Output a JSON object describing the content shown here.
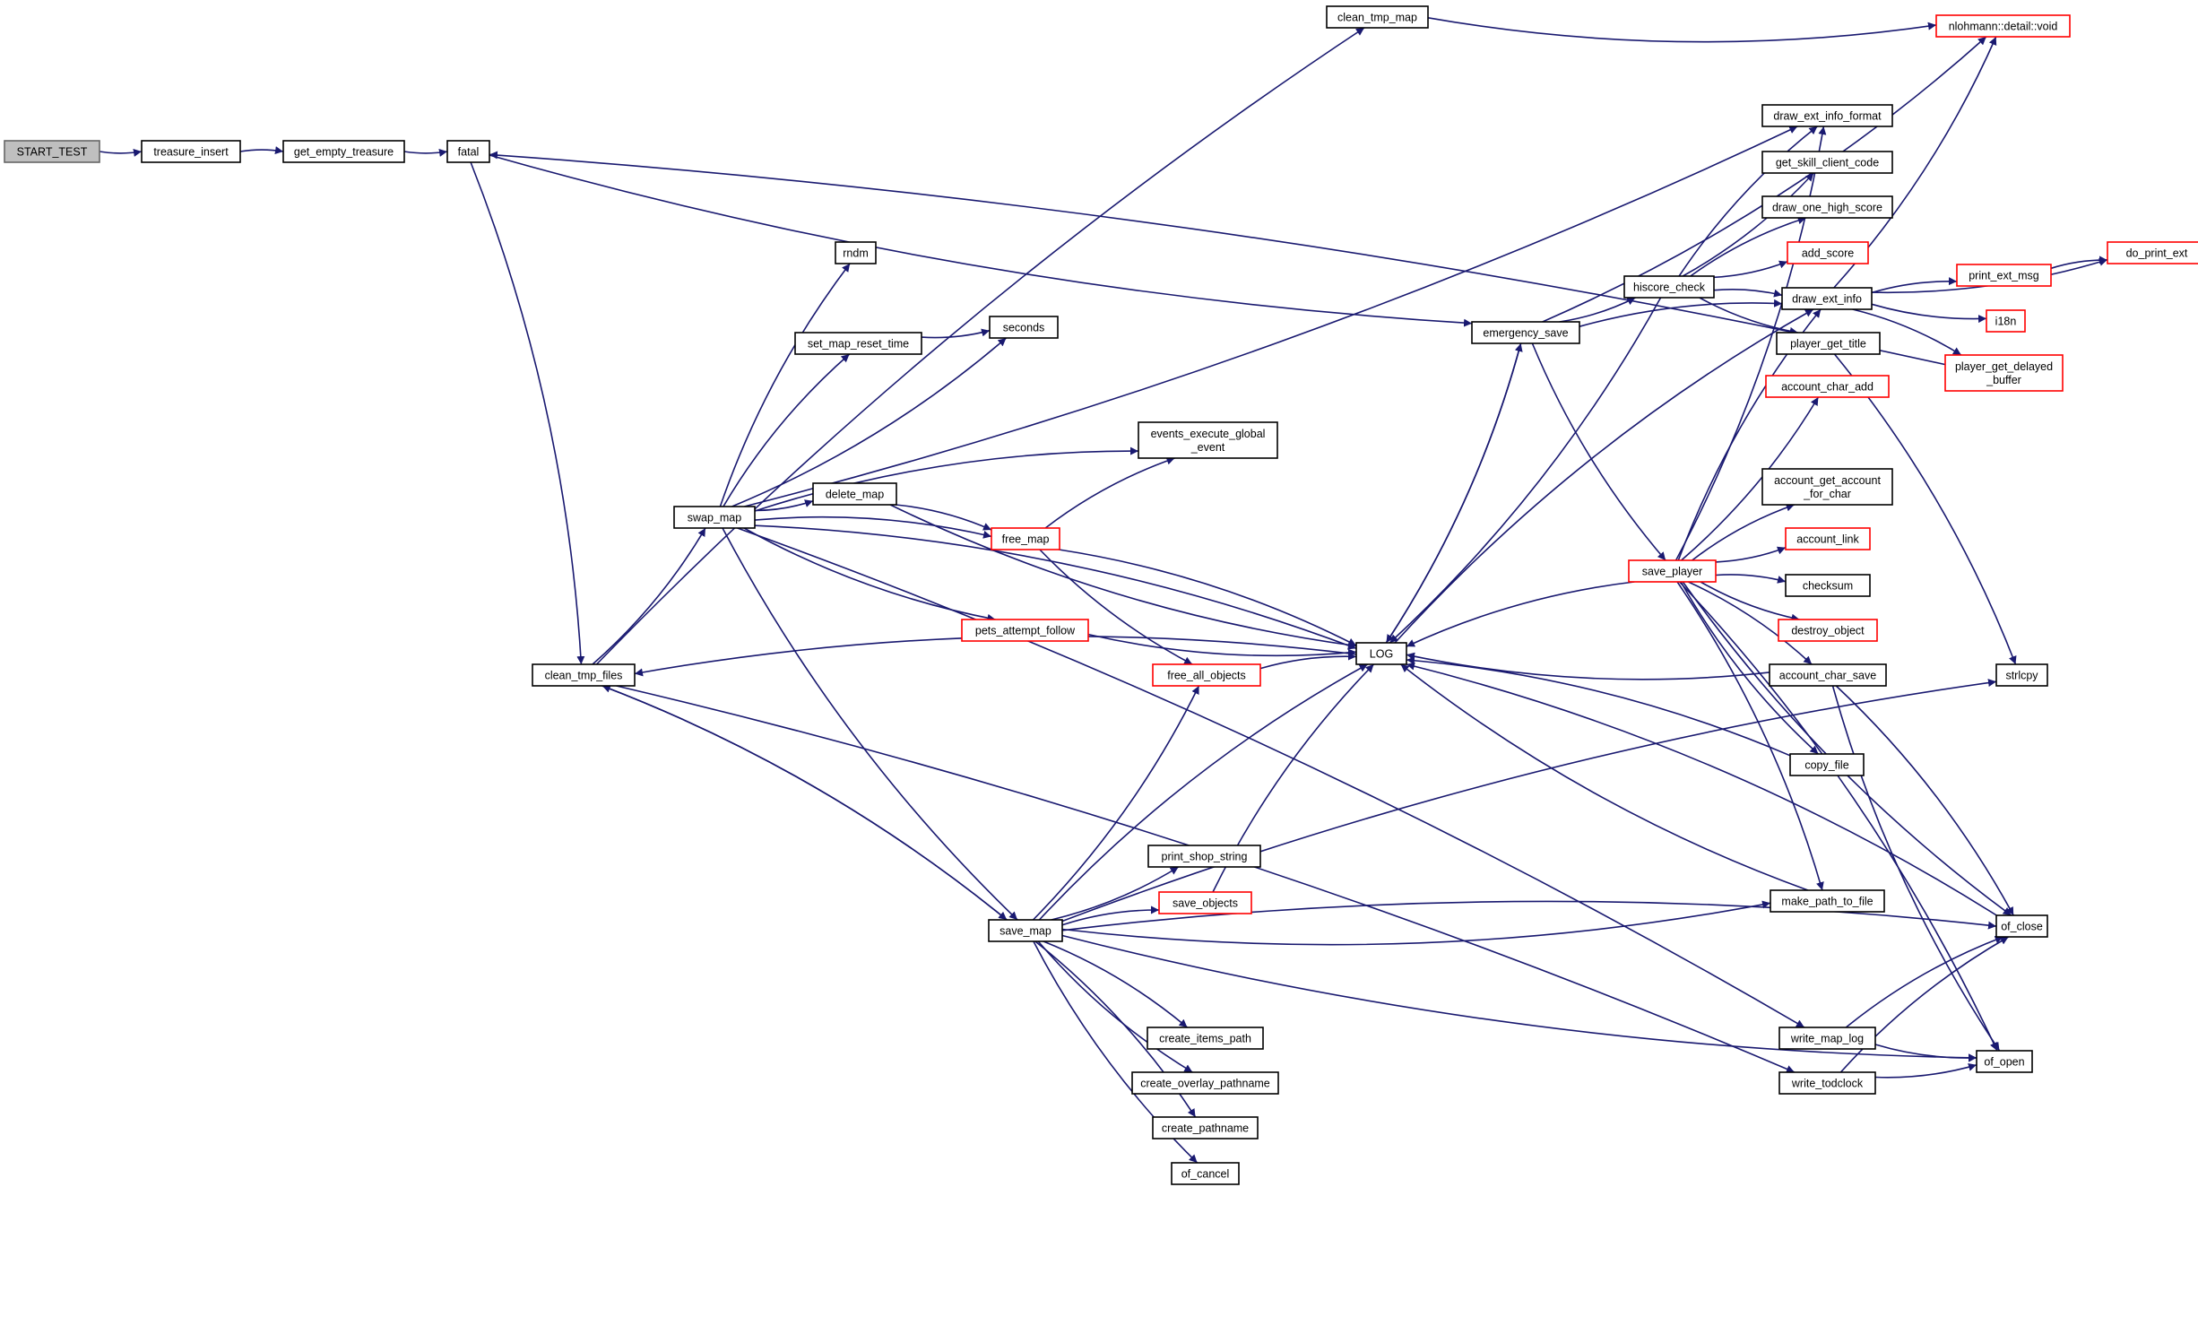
{
  "nodes": [
    {
      "id": "start_test",
      "label": [
        "START_TEST"
      ],
      "style": "root"
    },
    {
      "id": "treasure_insert",
      "label": [
        "treasure_insert"
      ],
      "style": "normal"
    },
    {
      "id": "get_empty_treasure",
      "label": [
        "get_empty_treasure"
      ],
      "style": "normal"
    },
    {
      "id": "fatal",
      "label": [
        "fatal"
      ],
      "style": "normal"
    },
    {
      "id": "clean_tmp_map",
      "label": [
        "clean_tmp_map"
      ],
      "style": "normal"
    },
    {
      "id": "void",
      "label": [
        "nlohmann::detail::void"
      ],
      "style": "red"
    },
    {
      "id": "draw_ext_info_format",
      "label": [
        "draw_ext_info_format"
      ],
      "style": "normal"
    },
    {
      "id": "get_skill_client_code",
      "label": [
        "get_skill_client_code"
      ],
      "style": "normal"
    },
    {
      "id": "draw_one_high_score",
      "label": [
        "draw_one_high_score"
      ],
      "style": "normal"
    },
    {
      "id": "add_score",
      "label": [
        "add_score"
      ],
      "style": "red"
    },
    {
      "id": "do_print_ext",
      "label": [
        "do_print_ext"
      ],
      "style": "red"
    },
    {
      "id": "print_ext_msg",
      "label": [
        "print_ext_msg"
      ],
      "style": "red"
    },
    {
      "id": "rndm",
      "label": [
        "rndm"
      ],
      "style": "normal"
    },
    {
      "id": "hiscore_check",
      "label": [
        "hiscore_check"
      ],
      "style": "normal"
    },
    {
      "id": "draw_ext_info",
      "label": [
        "draw_ext_info"
      ],
      "style": "normal"
    },
    {
      "id": "seconds",
      "label": [
        "seconds"
      ],
      "style": "normal"
    },
    {
      "id": "emergency_save",
      "label": [
        "emergency_save"
      ],
      "style": "normal"
    },
    {
      "id": "i18n",
      "label": [
        "i18n"
      ],
      "style": "red"
    },
    {
      "id": "set_map_reset_time",
      "label": [
        "set_map_reset_time"
      ],
      "style": "normal"
    },
    {
      "id": "player_get_title",
      "label": [
        "player_get_title"
      ],
      "style": "normal"
    },
    {
      "id": "player_get_delayed_buffer",
      "label": [
        "player_get_delayed",
        "_buffer"
      ],
      "style": "red"
    },
    {
      "id": "account_char_add",
      "label": [
        "account_char_add"
      ],
      "style": "red"
    },
    {
      "id": "events_execute_global_event",
      "label": [
        "events_execute_global",
        "_event"
      ],
      "style": "normal"
    },
    {
      "id": "account_get_account_for_char",
      "label": [
        "account_get_account",
        "_for_char"
      ],
      "style": "normal"
    },
    {
      "id": "delete_map",
      "label": [
        "delete_map"
      ],
      "style": "normal"
    },
    {
      "id": "swap_map",
      "label": [
        "swap_map"
      ],
      "style": "normal"
    },
    {
      "id": "free_map",
      "label": [
        "free_map"
      ],
      "style": "red"
    },
    {
      "id": "account_link",
      "label": [
        "account_link"
      ],
      "style": "red"
    },
    {
      "id": "save_player",
      "label": [
        "save_player"
      ],
      "style": "red"
    },
    {
      "id": "checksum",
      "label": [
        "checksum"
      ],
      "style": "normal"
    },
    {
      "id": "pets_attempt_follow",
      "label": [
        "pets_attempt_follow"
      ],
      "style": "red"
    },
    {
      "id": "destroy_object",
      "label": [
        "destroy_object"
      ],
      "style": "red"
    },
    {
      "id": "log",
      "label": [
        "LOG"
      ],
      "style": "normal"
    },
    {
      "id": "clean_tmp_files",
      "label": [
        "clean_tmp_files"
      ],
      "style": "normal"
    },
    {
      "id": "free_all_objects",
      "label": [
        "free_all_objects"
      ],
      "style": "red"
    },
    {
      "id": "account_char_save",
      "label": [
        "account_char_save"
      ],
      "style": "normal"
    },
    {
      "id": "strlcpy",
      "label": [
        "strlcpy"
      ],
      "style": "normal"
    },
    {
      "id": "copy_file",
      "label": [
        "copy_file"
      ],
      "style": "normal"
    },
    {
      "id": "print_shop_string",
      "label": [
        "print_shop_string"
      ],
      "style": "normal"
    },
    {
      "id": "save_objects",
      "label": [
        "save_objects"
      ],
      "style": "red"
    },
    {
      "id": "make_path_to_file",
      "label": [
        "make_path_to_file"
      ],
      "style": "normal"
    },
    {
      "id": "save_map",
      "label": [
        "save_map"
      ],
      "style": "normal"
    },
    {
      "id": "of_close",
      "label": [
        "of_close"
      ],
      "style": "normal"
    },
    {
      "id": "create_items_path",
      "label": [
        "create_items_path"
      ],
      "style": "normal"
    },
    {
      "id": "write_map_log",
      "label": [
        "write_map_log"
      ],
      "style": "normal"
    },
    {
      "id": "of_open",
      "label": [
        "of_open"
      ],
      "style": "normal"
    },
    {
      "id": "write_todclock",
      "label": [
        "write_todclock"
      ],
      "style": "normal"
    },
    {
      "id": "create_overlay_pathname",
      "label": [
        "create_overlay_pathname"
      ],
      "style": "normal"
    },
    {
      "id": "create_pathname",
      "label": [
        "create_pathname"
      ],
      "style": "normal"
    },
    {
      "id": "of_cancel",
      "label": [
        "of_cancel"
      ],
      "style": "normal"
    }
  ],
  "edges": [
    [
      "start_test",
      "treasure_insert"
    ],
    [
      "treasure_insert",
      "get_empty_treasure"
    ],
    [
      "get_empty_treasure",
      "fatal"
    ],
    [
      "fatal",
      "clean_tmp_files"
    ],
    [
      "fatal",
      "emergency_save"
    ],
    [
      "clean_tmp_files",
      "clean_tmp_map"
    ],
    [
      "clean_tmp_files",
      "swap_map"
    ],
    [
      "clean_tmp_files",
      "save_map"
    ],
    [
      "clean_tmp_map",
      "void"
    ],
    [
      "swap_map",
      "rndm"
    ],
    [
      "swap_map",
      "seconds"
    ],
    [
      "swap_map",
      "set_map_reset_time"
    ],
    [
      "set_map_reset_time",
      "seconds"
    ],
    [
      "swap_map",
      "events_execute_global_event"
    ],
    [
      "swap_map",
      "delete_map"
    ],
    [
      "swap_map",
      "free_map"
    ],
    [
      "swap_map",
      "pets_attempt_follow"
    ],
    [
      "swap_map",
      "log"
    ],
    [
      "swap_map",
      "save_map"
    ],
    [
      "swap_map",
      "write_map_log"
    ],
    [
      "swap_map",
      "draw_ext_info_format"
    ],
    [
      "delete_map",
      "free_map"
    ],
    [
      "delete_map",
      "log"
    ],
    [
      "free_map",
      "events_execute_global_event"
    ],
    [
      "free_map",
      "free_all_objects"
    ],
    [
      "free_map",
      "log"
    ],
    [
      "pets_attempt_follow",
      "log"
    ],
    [
      "free_all_objects",
      "log"
    ],
    [
      "save_map",
      "free_all_objects"
    ],
    [
      "save_map",
      "log"
    ],
    [
      "save_map",
      "print_shop_string"
    ],
    [
      "save_map",
      "save_objects"
    ],
    [
      "save_map",
      "make_path_to_file"
    ],
    [
      "save_map",
      "of_close"
    ],
    [
      "save_map",
      "of_open"
    ],
    [
      "save_map",
      "create_items_path"
    ],
    [
      "save_map",
      "create_overlay_pathname"
    ],
    [
      "save_map",
      "create_pathname"
    ],
    [
      "save_map",
      "of_cancel"
    ],
    [
      "save_map",
      "strlcpy"
    ],
    [
      "save_map",
      "clean_tmp_files"
    ],
    [
      "save_objects",
      "log"
    ],
    [
      "emergency_save",
      "hiscore_check"
    ],
    [
      "emergency_save",
      "draw_ext_info"
    ],
    [
      "emergency_save",
      "save_player"
    ],
    [
      "emergency_save",
      "log"
    ],
    [
      "emergency_save",
      "void"
    ],
    [
      "hiscore_check",
      "draw_ext_info_format"
    ],
    [
      "hiscore_check",
      "get_skill_client_code"
    ],
    [
      "hiscore_check",
      "draw_one_high_score"
    ],
    [
      "hiscore_check",
      "add_score"
    ],
    [
      "hiscore_check",
      "draw_ext_info"
    ],
    [
      "hiscore_check",
      "player_get_title"
    ],
    [
      "hiscore_check",
      "log"
    ],
    [
      "draw_ext_info",
      "do_print_ext"
    ],
    [
      "draw_ext_info",
      "print_ext_msg"
    ],
    [
      "draw_ext_info",
      "i18n"
    ],
    [
      "draw_ext_info",
      "player_get_delayed_buffer"
    ],
    [
      "draw_ext_info",
      "void"
    ],
    [
      "print_ext_msg",
      "do_print_ext"
    ],
    [
      "player_get_delayed_buffer",
      "fatal"
    ],
    [
      "player_get_title",
      "strlcpy"
    ],
    [
      "save_player",
      "draw_ext_info_format"
    ],
    [
      "save_player",
      "draw_ext_info"
    ],
    [
      "save_player",
      "account_char_add"
    ],
    [
      "save_player",
      "account_get_account_for_char"
    ],
    [
      "save_player",
      "account_link"
    ],
    [
      "save_player",
      "checksum"
    ],
    [
      "save_player",
      "destroy_object"
    ],
    [
      "save_player",
      "account_char_save"
    ],
    [
      "save_player",
      "copy_file"
    ],
    [
      "save_player",
      "make_path_to_file"
    ],
    [
      "save_player",
      "of_close"
    ],
    [
      "save_player",
      "of_open"
    ],
    [
      "save_player",
      "log"
    ],
    [
      "account_char_save",
      "of_close"
    ],
    [
      "account_char_save",
      "of_open"
    ],
    [
      "account_char_save",
      "log"
    ],
    [
      "copy_file",
      "log"
    ],
    [
      "make_path_to_file",
      "log"
    ],
    [
      "of_close",
      "log"
    ],
    [
      "write_map_log",
      "of_close"
    ],
    [
      "write_map_log",
      "of_open"
    ],
    [
      "write_todclock",
      "of_close"
    ],
    [
      "write_todclock",
      "of_open"
    ],
    [
      "clean_tmp_files",
      "write_todclock"
    ],
    [
      "log",
      "emergency_save"
    ],
    [
      "log",
      "draw_ext_info"
    ],
    [
      "log",
      "clean_tmp_files"
    ]
  ]
}
